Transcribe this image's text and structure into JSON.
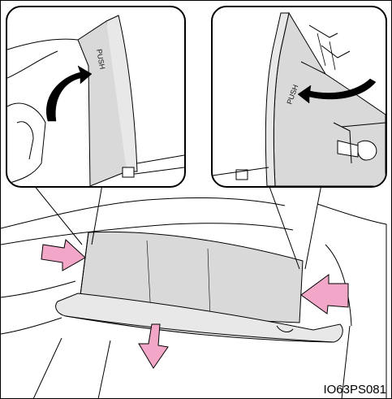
{
  "figure": {
    "code": "IO63PS081",
    "push_left": "PUSH",
    "push_right": "PUSH"
  },
  "colors": {
    "line": "#000000",
    "panel_fill": "#d9d9d9",
    "panel_edge": "#e8e8e8",
    "arrow_pink": "#f2a7c8",
    "arrow_stroke": "#000000",
    "background": "#ffffff"
  },
  "icons": {
    "left_push_arrow": "curved-push-arrow",
    "right_push_arrow": "curved-push-arrow",
    "left_side_arrow": "pink-arrow-right",
    "right_side_arrow": "pink-arrow-left",
    "down_arrow": "pink-arrow-down"
  }
}
